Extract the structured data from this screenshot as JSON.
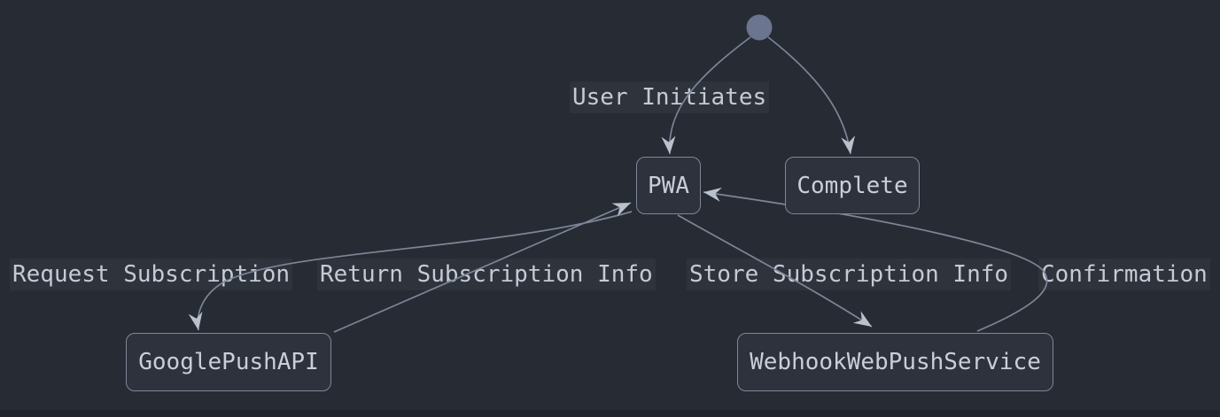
{
  "diagram": {
    "type": "state-diagram",
    "nodes": [
      {
        "id": "start",
        "kind": "start-circle",
        "label": ""
      },
      {
        "id": "PWA",
        "kind": "state",
        "label": "PWA"
      },
      {
        "id": "Complete",
        "kind": "state",
        "label": "Complete"
      },
      {
        "id": "GooglePushAPI",
        "kind": "state",
        "label": "GooglePushAPI"
      },
      {
        "id": "WebhookWebPushService",
        "kind": "state",
        "label": "WebhookWebPushService"
      }
    ],
    "edges": [
      {
        "from": "start",
        "to": "PWA",
        "label": "User Initiates"
      },
      {
        "from": "start",
        "to": "Complete",
        "label": ""
      },
      {
        "from": "PWA",
        "to": "GooglePushAPI",
        "label": "Request Subscription"
      },
      {
        "from": "GooglePushAPI",
        "to": "PWA",
        "label": "Return Subscription Info"
      },
      {
        "from": "PWA",
        "to": "WebhookWebPushService",
        "label": "Store Subscription Info"
      },
      {
        "from": "WebhookWebPushService",
        "to": "PWA",
        "label": "Confirmation"
      }
    ]
  },
  "theme": {
    "bg": "#272c34",
    "bg_bottom": "#21262d",
    "node_fill": "#2d323c",
    "node_border": "#7e8799",
    "node_text": "#c9ced9",
    "label_bg": "#2e333c",
    "label_text": "#c5cbd6",
    "edge": "#7d8698",
    "arrow": "#b9c1cd",
    "start_fill": "#6b7590"
  }
}
